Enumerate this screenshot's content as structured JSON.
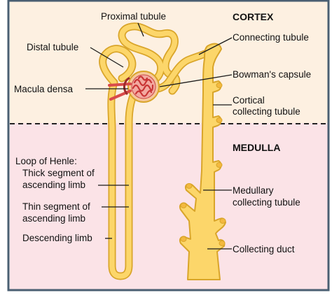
{
  "zones": {
    "cortex": "CORTEX",
    "medulla": "MEDULLA"
  },
  "labels": {
    "proximal_tubule": "Proximal tubule",
    "distal_tubule": "Distal tubule",
    "connecting_tubule": "Connecting tubule",
    "macula_densa": "Macula densa",
    "bowmans_capsule": "Bowman's capsule",
    "cortical_collecting_tubule_line1": "Cortical",
    "cortical_collecting_tubule_line2": "collecting tubule",
    "loop_of_henle": "Loop of Henle:",
    "thick_segment_line1": "Thick segment of",
    "thick_segment_line2": "ascending limb",
    "thin_segment_line1": "Thin segment of",
    "thin_segment_line2": "ascending limb",
    "descending_limb": "Descending limb",
    "medullary_collecting_tubule_line1": "Medullary",
    "medullary_collecting_tubule_line2": "collecting tubule",
    "collecting_duct": "Collecting duct"
  },
  "colors": {
    "cortex_background": "#fdf0e1",
    "medulla_background": "#fbe3e7",
    "frame": "#4a5f72",
    "tubule_fill": "#fcd66a",
    "tubule_outline": "#d9a52a",
    "glomerulus": "#d94a4a",
    "capsule_fill": "#f6c79a"
  }
}
